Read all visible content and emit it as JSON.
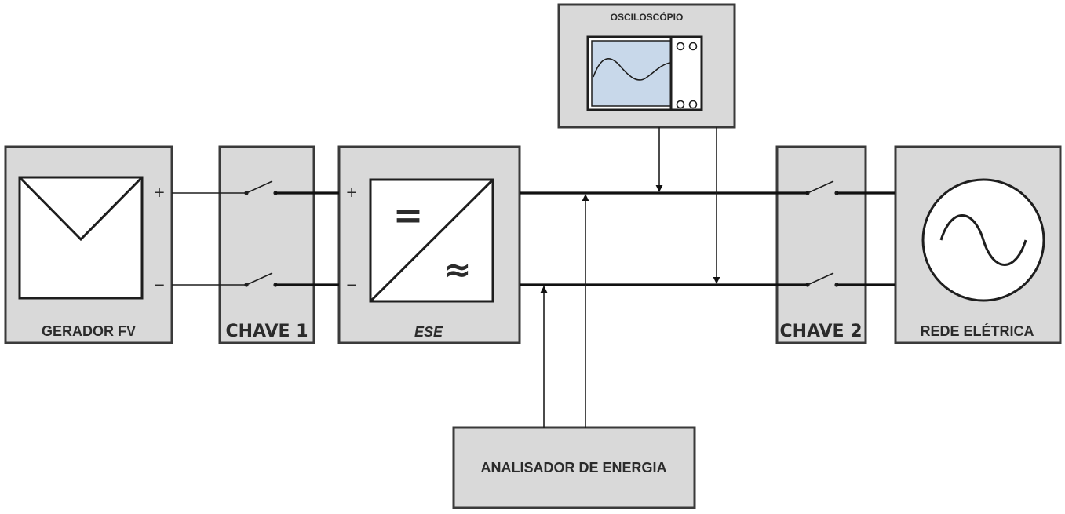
{
  "blocks": {
    "gerador": {
      "label": "GERADOR FV"
    },
    "chave1": {
      "label": "CHAVE 1"
    },
    "ese": {
      "label": "ESE"
    },
    "chave2": {
      "label": "CHAVE 2"
    },
    "rede": {
      "label": "REDE ELÉTRICA"
    },
    "osciloscopio": {
      "label": "OSCILOSCÓPIO"
    },
    "analisador": {
      "label": "ANALISADOR DE ENERGIA"
    }
  },
  "polarity": {
    "plus": "+",
    "minus": "−"
  },
  "converter_symbols": {
    "dc": "=",
    "ac": "≈"
  },
  "colors": {
    "block_fill": "#d9d9d9",
    "screen_fill": "#c8d8ea",
    "line": "#111111"
  },
  "icons": [
    "pv-panel-icon",
    "switch-icon",
    "dc-ac-converter-icon",
    "ac-source-icon",
    "oscilloscope-screen-icon"
  ]
}
